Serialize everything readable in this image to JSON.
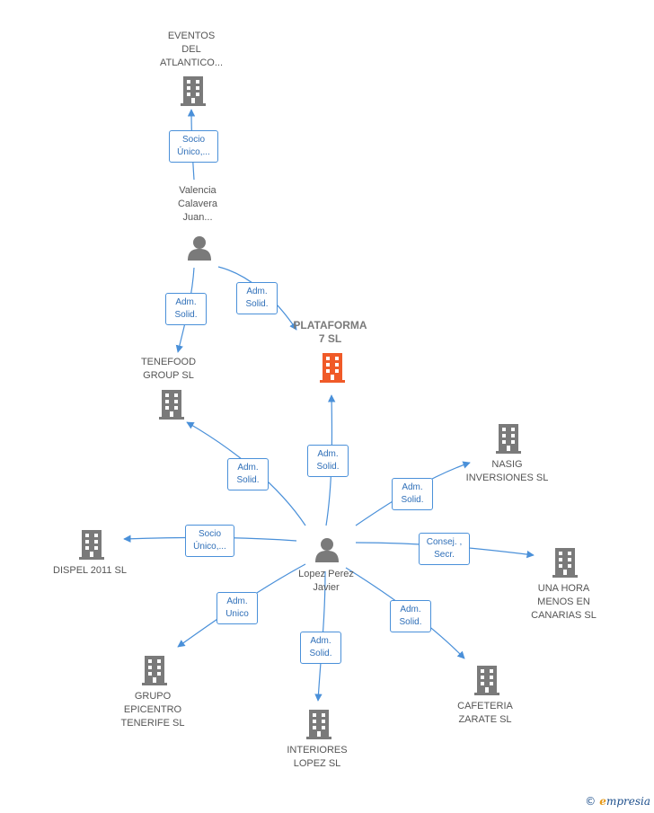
{
  "colors": {
    "edge": "#4a90d9",
    "building": "#7a7a7a",
    "building_main": "#f05a28",
    "person": "#7a7a7a"
  },
  "nodes": {
    "eventos": {
      "label": "EVENTOS\nDEL\nATLANTICO...",
      "icon": "building-icon"
    },
    "valencia": {
      "label": "Valencia\nCalavera\nJuan...",
      "icon": "person-icon"
    },
    "plataforma": {
      "label": "PLATAFORMA\n7 SL",
      "icon": "building-icon"
    },
    "tenefood": {
      "label": "TENEFOOD\nGROUP SL",
      "icon": "building-icon"
    },
    "nasig": {
      "label": "NASIG\nINVERSIONES SL",
      "icon": "building-icon"
    },
    "lopez": {
      "label": "Lopez Perez\nJavier",
      "icon": "person-icon"
    },
    "dispel": {
      "label": "DISPEL 2011 SL",
      "icon": "building-icon"
    },
    "unahora": {
      "label": "UNA HORA\nMENOS EN\nCANARIAS SL",
      "icon": "building-icon"
    },
    "grupo": {
      "label": "GRUPO\nEPICENTRO\nTENERIFE SL",
      "icon": "building-icon"
    },
    "cafeteria": {
      "label": "CAFETERIA\nZARATE SL",
      "icon": "building-icon"
    },
    "interiores": {
      "label": "INTERIORES\nLOPEZ SL",
      "icon": "building-icon"
    }
  },
  "edges": {
    "valencia_eventos": "Socio\nÚnico,...",
    "valencia_tenefood": "Adm.\nSolid.",
    "valencia_plataforma": "Adm.\nSolid.",
    "lopez_tenefood": "Adm.\nSolid.",
    "lopez_plataforma": "Adm.\nSolid.",
    "lopez_nasig": "Adm.\nSolid.",
    "lopez_dispel": "Socio\nÚnico,...",
    "lopez_unahora": "Consej. ,\nSecr.",
    "lopez_grupo": "Adm.\nUnico",
    "lopez_cafeteria": "Adm.\nSolid.",
    "lopez_interiores": "Adm.\nSolid."
  },
  "footer": {
    "copyright": "©",
    "brand_initial": "e",
    "brand_rest": "mpresia"
  }
}
